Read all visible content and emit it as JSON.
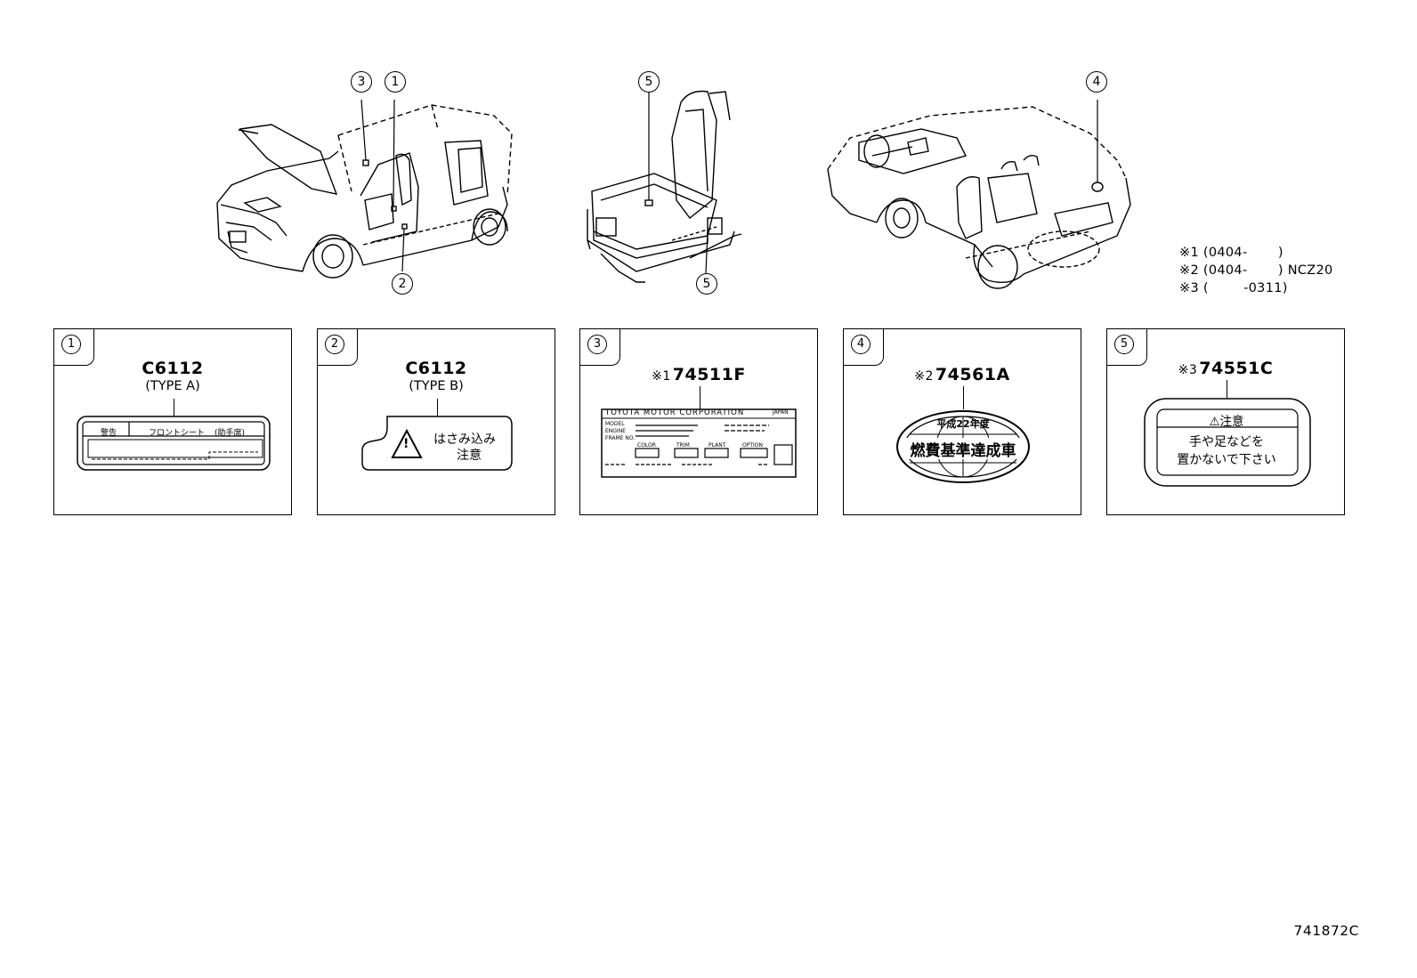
{
  "figure_code": "741872C",
  "callouts": {
    "car_front": [
      "3",
      "1",
      "2"
    ],
    "seat": [
      "5",
      "5"
    ],
    "car_rear": [
      "4"
    ]
  },
  "notes": [
    "※1 (0404-       )",
    "※2 (0404-       ) NCZ20",
    "※3 (        -0311)"
  ],
  "panels": [
    {
      "index": "1",
      "part_mark": "",
      "part_number": "C6112",
      "type_label": "(TYPE A)",
      "label_texts": [
        "警告",
        "フロントシート",
        "(助手席)"
      ]
    },
    {
      "index": "2",
      "part_mark": "",
      "part_number": "C6112",
      "type_label": "(TYPE B)",
      "label_texts": [
        "はさみ込み",
        "注意"
      ]
    },
    {
      "index": "3",
      "part_mark": "※1",
      "part_number": "74511F",
      "type_label": "",
      "label_texts": [
        "TOYOTA MOTOR CORPORATION",
        "JAPAN",
        "MODEL",
        "ENGINE",
        "FRAME NO.",
        "COLOR",
        "TRIM",
        "PLANT",
        "OPTION"
      ]
    },
    {
      "index": "4",
      "part_mark": "※2",
      "part_number": "74561A",
      "type_label": "",
      "label_texts": [
        "平成22年度",
        "燃費基準達成車"
      ]
    },
    {
      "index": "5",
      "part_mark": "※3",
      "part_number": "74551C",
      "type_label": "",
      "label_texts": [
        "⚠注意",
        "手や足などを",
        "置かないで下さい"
      ]
    }
  ]
}
